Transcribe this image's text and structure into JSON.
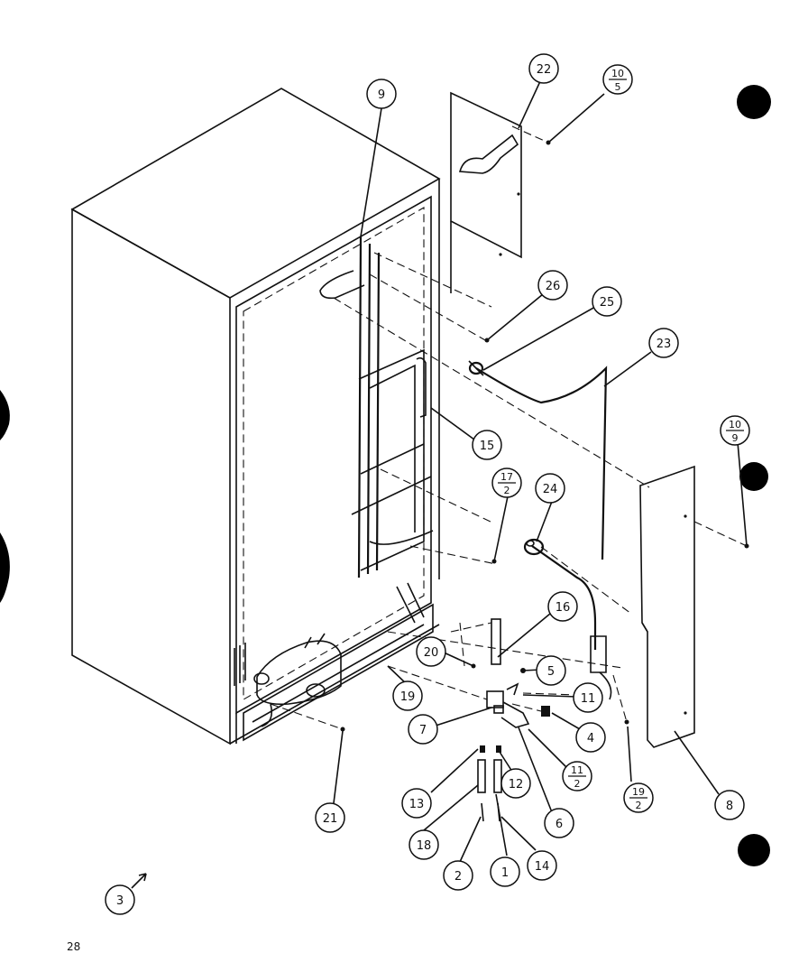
{
  "page_number": "28",
  "callouts": [
    {
      "id": "c9",
      "label": "9"
    },
    {
      "id": "c22",
      "label": "22"
    },
    {
      "id": "c10-5",
      "num": "10",
      "den": "5"
    },
    {
      "id": "c26",
      "label": "26"
    },
    {
      "id": "c25",
      "label": "25"
    },
    {
      "id": "c23",
      "label": "23"
    },
    {
      "id": "c15",
      "label": "15"
    },
    {
      "id": "c10-9",
      "num": "10",
      "den": "9"
    },
    {
      "id": "c17-2",
      "num": "17",
      "den": "2"
    },
    {
      "id": "c24",
      "label": "24"
    },
    {
      "id": "c16",
      "label": "16"
    },
    {
      "id": "c20",
      "label": "20"
    },
    {
      "id": "c5",
      "label": "5"
    },
    {
      "id": "c11",
      "label": "11"
    },
    {
      "id": "c19",
      "label": "19"
    },
    {
      "id": "c7",
      "label": "7"
    },
    {
      "id": "c4",
      "label": "4"
    },
    {
      "id": "c11-2",
      "num": "11",
      "den": "2"
    },
    {
      "id": "c19-2",
      "num": "19",
      "den": "2"
    },
    {
      "id": "c8",
      "label": "8"
    },
    {
      "id": "c13",
      "label": "13"
    },
    {
      "id": "c12",
      "label": "12"
    },
    {
      "id": "c6",
      "label": "6"
    },
    {
      "id": "c21",
      "label": "21"
    },
    {
      "id": "c18",
      "label": "18"
    },
    {
      "id": "c2",
      "label": "2"
    },
    {
      "id": "c1",
      "label": "1"
    },
    {
      "id": "c14",
      "label": "14"
    },
    {
      "id": "c3",
      "label": "3"
    }
  ]
}
